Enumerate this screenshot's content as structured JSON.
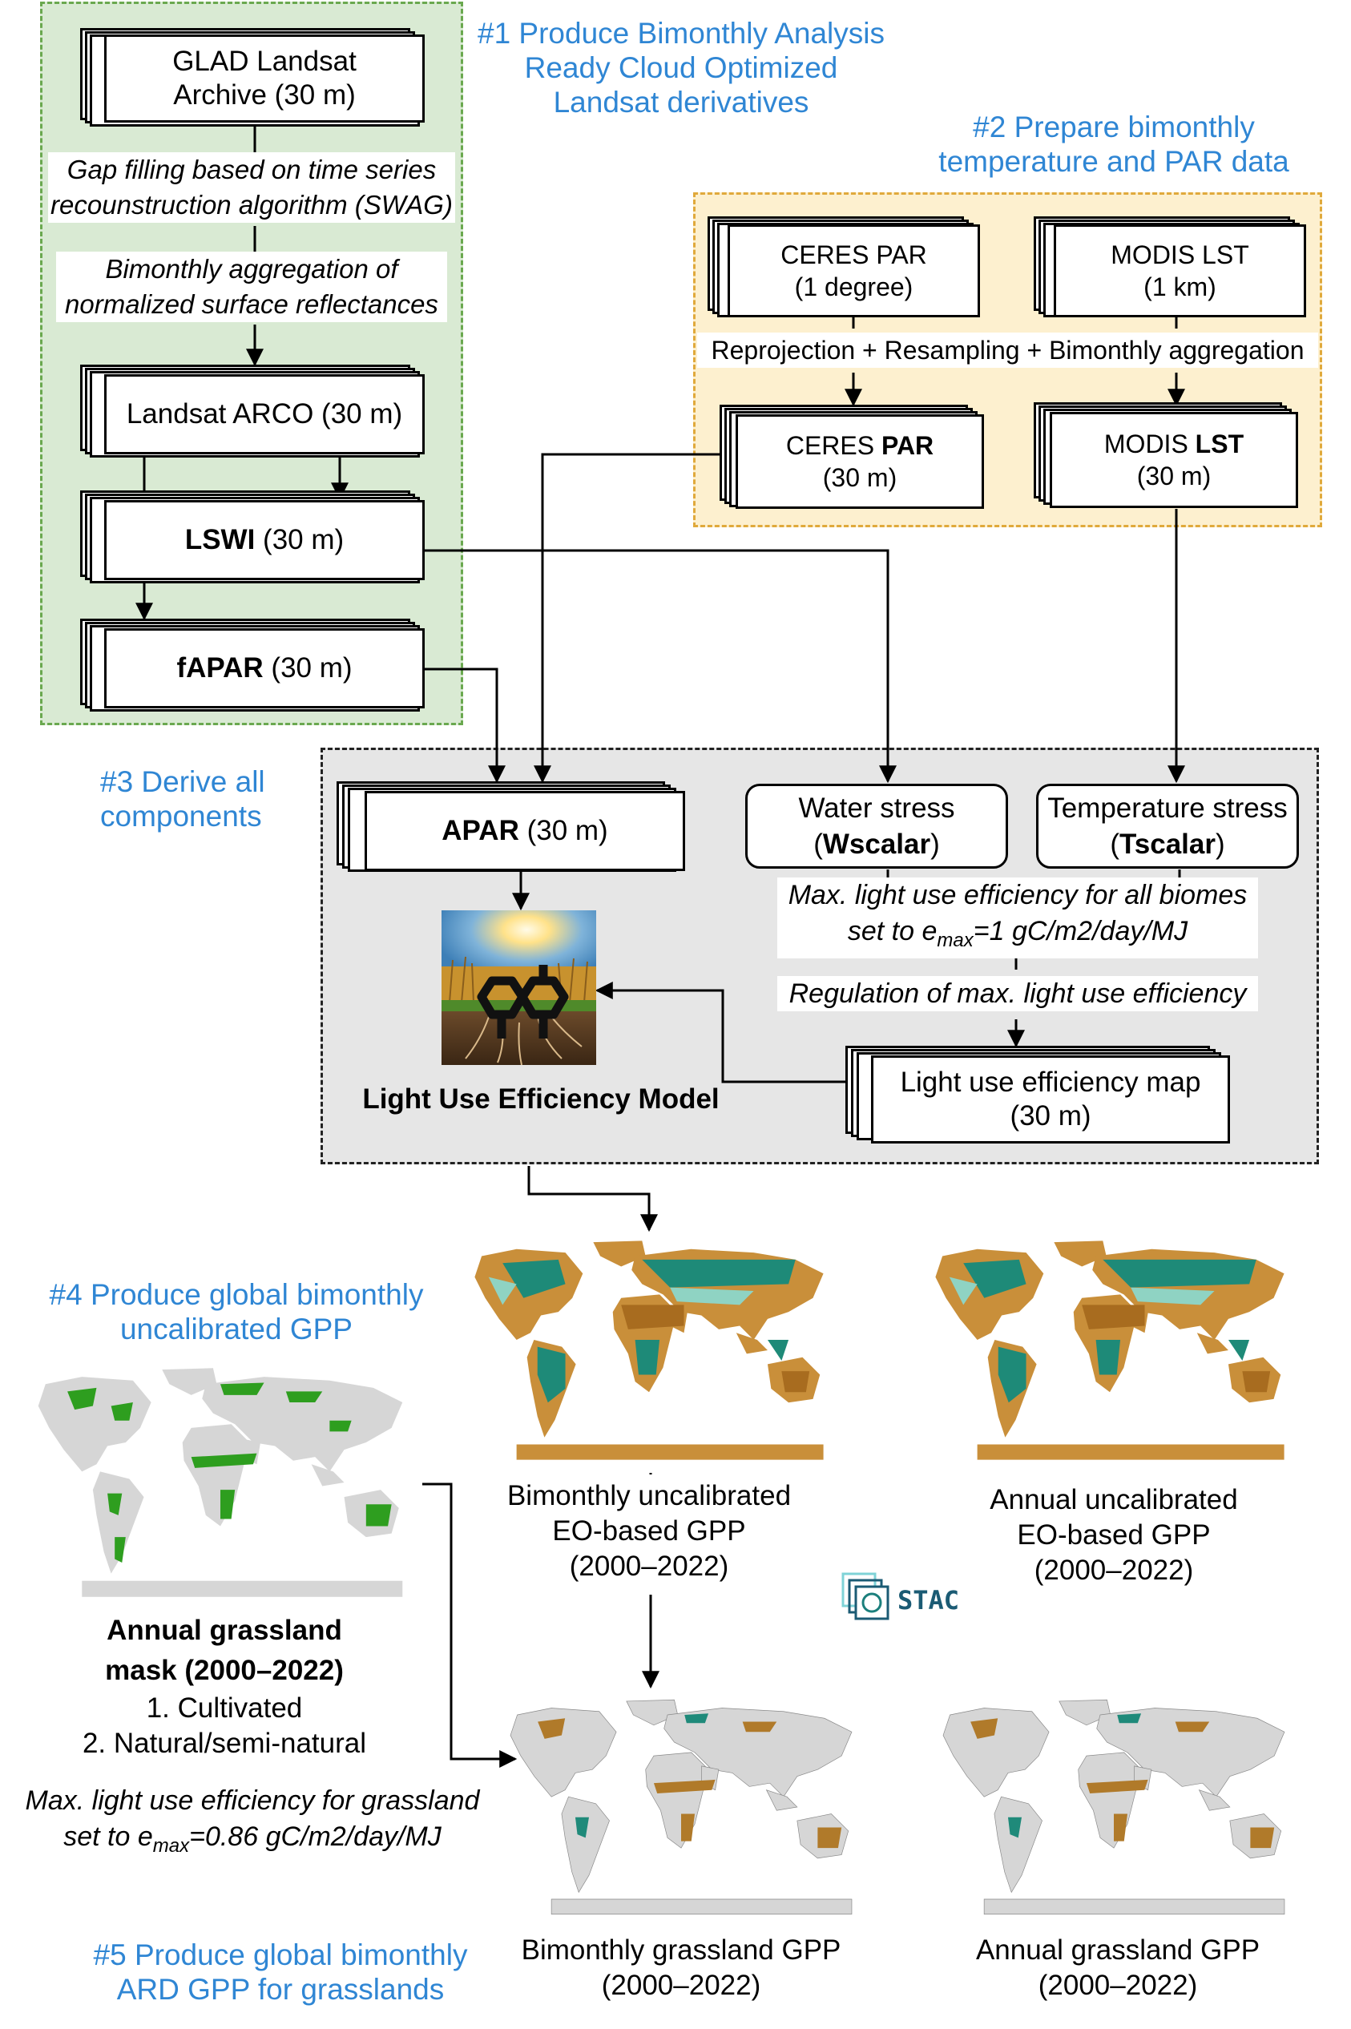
{
  "section1": {
    "title": "#1 Produce Bimonthly Analysis Ready Cloud Optimized Landsat derivatives"
  },
  "section2": {
    "title": "#2 Prepare bimonthly temperature and PAR data"
  },
  "section3": {
    "title": "#3 Derive all components"
  },
  "section4": {
    "title": "#4 Produce global bimonthly uncalibrated GPP"
  },
  "section5": {
    "title": "#5 Produce global bimonthly ARD GPP for grasslands"
  },
  "glad": {
    "line1": "GLAD Landsat",
    "line2": "Archive (30 m)"
  },
  "gapfill": {
    "line1": "Gap filling based on time series",
    "line2": "recounstruction algorithm (SWAG)"
  },
  "aggregation": {
    "line1": "Bimonthly aggregation of",
    "line2": "normalized surface reflectances"
  },
  "arco": {
    "label": "Landsat ARCO (30 m)"
  },
  "lswi": {
    "bold": "LSWI",
    "rest": " (30 m)"
  },
  "fapar": {
    "bold": "fAPAR",
    "rest": " (30 m)"
  },
  "ceres_in": {
    "line1": "CERES PAR",
    "line2": "(1 degree)"
  },
  "modis_in": {
    "line1": "MODIS LST",
    "line2": "(1 km)"
  },
  "reproj": {
    "label": "Reprojection + Resampling + Bimonthly aggregation"
  },
  "ceres_out": {
    "plain": "CERES ",
    "bold": "PAR",
    "line2": "(30 m)"
  },
  "modis_out": {
    "plain": "MODIS ",
    "bold": "LST",
    "line2": "(30 m)"
  },
  "apar": {
    "bold": "APAR",
    "rest": " (30 m)"
  },
  "water": {
    "line1": "Water stress",
    "open": "(",
    "bold": "Wscalar",
    "close": ")"
  },
  "temp": {
    "line1": "Temperature stress",
    "open": "(",
    "bold": "Tscalar",
    "close": ")"
  },
  "emax_all": {
    "line1": "Max. light use efficiency for all biomes",
    "line2_pre": "set to e",
    "sub": "max",
    "line2_post": "=1 gC/m2/day/MJ"
  },
  "regulation": {
    "label": "Regulation of max. light use efficiency"
  },
  "lue_map": {
    "line1": "Light use efficiency map",
    "line2": "(30 m)"
  },
  "lue_model": {
    "label": "Light Use Efficiency Model"
  },
  "map1": {
    "line1": "Bimonthly uncalibrated",
    "line2": "EO-based GPP",
    "line3": "(2000–2022)"
  },
  "map2": {
    "line1": "Annual uncalibrated",
    "line2": "EO-based GPP",
    "line3": "(2000–2022)"
  },
  "mask": {
    "line1": "Annual grassland",
    "line2": "mask (2000–2022)",
    "item1": "1. Cultivated",
    "item2": "2. Natural/semi-natural"
  },
  "emax_grass": {
    "line1": "Max. light use efficiency for grassland",
    "line2_pre": "set to e",
    "sub": "max",
    "line2_post": "=0.86 gC/m2/day/MJ"
  },
  "stac": {
    "label": "STAC"
  },
  "map3": {
    "line1": "Bimonthly grassland GPP",
    "line2": "(2000–2022)"
  },
  "map4": {
    "line1": "Annual grassland GPP",
    "line2": "(2000–2022)"
  },
  "colors": {
    "green_panel": "#d9ead3",
    "yellow_panel": "#fdf0cf",
    "grey_panel": "#e6e6e6",
    "blue_text": "#2f86d4",
    "land": "#d6d6d6",
    "mask_green": "#2e9e1f",
    "gpp_teal": "#1f8a7a",
    "gpp_brown": "#b07a2a"
  }
}
